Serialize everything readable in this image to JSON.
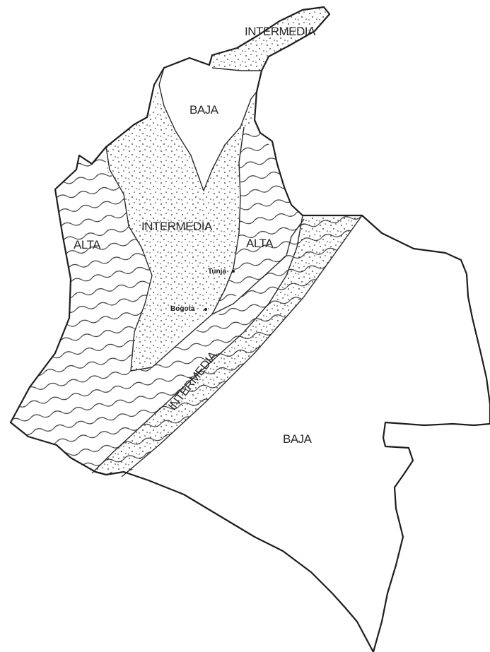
{
  "map": {
    "zones": {
      "intermedia_north": {
        "label": "INTERMEDIA",
        "pattern": "dots"
      },
      "baja_north": {
        "label": "BAJA",
        "pattern": "blank"
      },
      "intermedia_center": {
        "label": "INTERMEDIA",
        "pattern": "dots"
      },
      "alta_west": {
        "label": "ALTA",
        "pattern": "waves"
      },
      "alta_east": {
        "label": "ALTA",
        "pattern": "waves"
      },
      "intermedia_band": {
        "label": "INTERMEDIA",
        "pattern": "dots"
      },
      "baja_east": {
        "label": "BAJA",
        "pattern": "blank"
      }
    },
    "cities": {
      "tunja": {
        "label": "Tunja"
      },
      "bogota": {
        "label": "Bogota"
      }
    },
    "colors": {
      "ink": "#1e1e1e",
      "paper": "#ffffff",
      "dot": "#222222"
    }
  }
}
